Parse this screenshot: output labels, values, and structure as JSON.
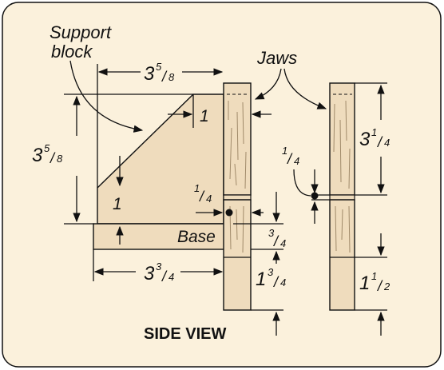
{
  "title": "SIDE VIEW",
  "labels": {
    "support_block": [
      "Support",
      "block"
    ],
    "jaws": "Jaws",
    "base": "Base"
  },
  "dimensions": {
    "top_width": {
      "whole": "3",
      "num": "5",
      "den": "8"
    },
    "block_height": {
      "whole": "3",
      "num": "5",
      "den": "8"
    },
    "chamfer_top": "1",
    "chamfer_left": "1",
    "gap_left": {
      "num": "1",
      "den": "4"
    },
    "base_thickness": {
      "num": "3",
      "den": "4"
    },
    "base_width": {
      "whole": "3",
      "num": "3",
      "den": "4"
    },
    "jaw_lower_left": {
      "whole": "1",
      "num": "3",
      "den": "4"
    },
    "jaw_upper_right": {
      "whole": "3",
      "num": "1",
      "den": "4"
    },
    "gap_right": {
      "num": "1",
      "den": "4"
    },
    "jaw_lower_right": {
      "whole": "1",
      "num": "1",
      "den": "2"
    }
  },
  "colors": {
    "background": "#fbf1dc",
    "wood": "#efdcbd",
    "grain": "#a08a6a",
    "outline": "#111111"
  }
}
